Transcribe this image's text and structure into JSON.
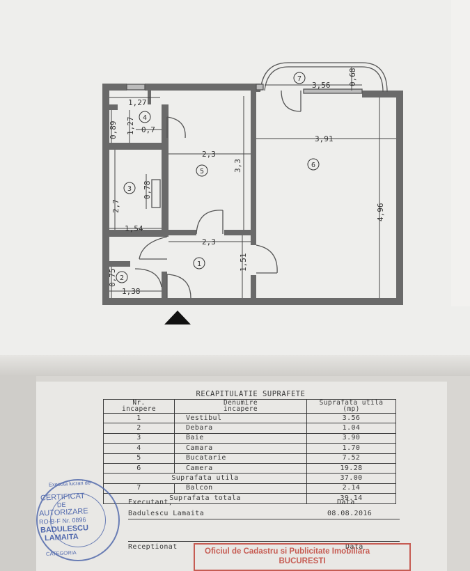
{
  "plan": {
    "rooms": [
      {
        "nr": "1"
      },
      {
        "nr": "2"
      },
      {
        "nr": "3"
      },
      {
        "nr": "4"
      },
      {
        "nr": "5"
      },
      {
        "nr": "6"
      },
      {
        "nr": "7"
      }
    ],
    "dimensions": {
      "d_1_27_top": "1,27",
      "d_1_27_side": "1,27",
      "d_0_89": "0,89",
      "d_0_7": "0,7",
      "d_2_3_upper": "2,3",
      "d_3_3": "3,3",
      "d_0_78": "0,78",
      "d_2_7": "2,7",
      "d_1_54": "1,54",
      "d_2_3_lower": "2,3",
      "d_1_51": "1,51",
      "d_0_75": "0,75",
      "d_1_38": "1,38",
      "d_3_56": "3,56",
      "d_0_68": "0,68",
      "d_3_91": "3,91",
      "d_4_96": "4,96"
    }
  },
  "recap": {
    "title": "RECAPITULATIE SUPRAFETE",
    "headers": {
      "nr_line1": "Nr.",
      "nr_line2": "incapere",
      "name_line1": "Denumire",
      "name_line2": "incapere",
      "area_line1": "Suprafata utila",
      "area_line2": "(mp)"
    },
    "rows": [
      {
        "nr": "1",
        "name": "Vestibul",
        "area": "3.56"
      },
      {
        "nr": "2",
        "name": "Debara",
        "area": "1.04"
      },
      {
        "nr": "3",
        "name": "Baie",
        "area": "3.90"
      },
      {
        "nr": "4",
        "name": "Camara",
        "area": "1.70"
      },
      {
        "nr": "5",
        "name": "Bucatarie",
        "area": "7.52"
      },
      {
        "nr": "6",
        "name": "Camera",
        "area": "19.28"
      }
    ],
    "useful_label": "Suprafata utila",
    "useful_value": "37.00",
    "balcony": {
      "nr": "7",
      "name": "Balcon",
      "area": "2.14"
    },
    "total_label": "Suprafata totala",
    "total_value": "39.14",
    "executant_label": "Executant,",
    "date_label": "Data",
    "executant_name": "Badulescu Lamaita",
    "executant_date": "08.08.2016",
    "receptionat_label": "Receptionat",
    "date_label2": "Data"
  },
  "stamps": {
    "round": {
      "l1": "Executa lucrari de",
      "l2": "CERTIFICAT",
      "l3": "DE",
      "l4": "AUTORIZARE",
      "l5": "RO-B-F Nr. 0896",
      "l6": "BADULESCU",
      "l7": "LAMAITA",
      "l8": "CATEGORIA"
    },
    "red": {
      "l1": "Oficiul de Cadastru si Publicitate Imobiliara",
      "l2": "BUCURESTI"
    }
  }
}
